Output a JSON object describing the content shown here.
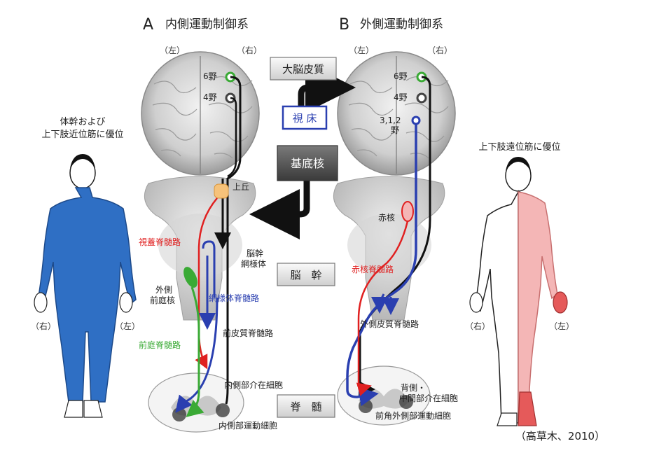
{
  "panel_a": {
    "letter": "A",
    "title": "内側運動制御系",
    "left_label": "（左）",
    "right_label": "（右）",
    "area6": "6野",
    "area4": "4野",
    "superior_colliculus": "上丘",
    "tectospinal": "視蓋脊髄路",
    "reticular_formation": [
      "脳幹",
      "網様体"
    ],
    "vestibular_nucleus": [
      "外側",
      "前庭核"
    ],
    "reticulospinal": "網様体脊髄路",
    "anterior_corticospinal": "前皮質脊髄路",
    "vestibulospinal": "前庭脊髄路",
    "medial_interneurons": "内側部介在細胞",
    "medial_motor_neurons": "内側部運動細胞"
  },
  "panel_b": {
    "letter": "B",
    "title": "外側運動制御系",
    "left_label": "（左）",
    "right_label": "（右）",
    "area6": "6野",
    "area4": "4野",
    "area312": [
      "3,1,2",
      "野"
    ],
    "red_nucleus": "赤核",
    "rubrospinal": "赤核脊髄路",
    "lateral_corticospinal": "外側皮質脊髄路",
    "interneurons": [
      "背側・",
      "中間部介在細胞"
    ],
    "lateral_motor_neurons": "前角外側部運動細胞"
  },
  "center_boxes": {
    "cortex": "大脳皮質",
    "thalamus": "視 床",
    "basal_ganglia": "基底核",
    "brainstem": "脳　幹",
    "spinal_cord": "脊　髄"
  },
  "figures": {
    "left_caption": [
      "体幹および",
      "上下肢近位筋に優位"
    ],
    "right_caption": "上下肢遠位筋に優位",
    "left_fig_right": "（右）",
    "left_fig_left": "（左）",
    "right_fig_right": "（右）",
    "right_fig_left": "（左）"
  },
  "citation": "（高草木、2010）",
  "colors": {
    "proximal_muscle": "#2f6fc4",
    "distal_muscle": "#e55a5a",
    "distal_light": "#f4b6b6",
    "red_pathway": "#e02020",
    "blue_pathway": "#2a3fb0",
    "green_pathway": "#3aaa35",
    "black_pathway": "#111111",
    "box_fill": "#e8e8e8",
    "dark_box": "#555555"
  }
}
